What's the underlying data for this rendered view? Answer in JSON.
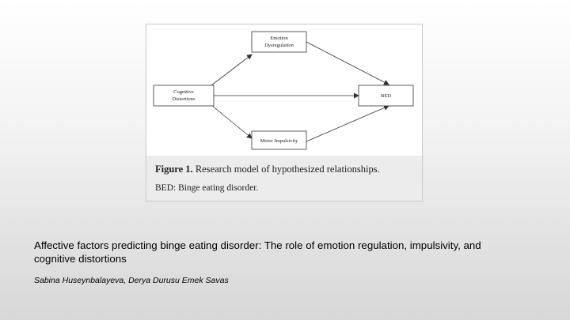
{
  "diagram": {
    "nodes": {
      "emotion": [
        "Emotion",
        "Dysregulation"
      ],
      "cognitive": [
        "Cognitive",
        "Distortions"
      ],
      "motor": [
        "Motor Impulsivity"
      ],
      "bed": [
        "BED"
      ]
    }
  },
  "figure": {
    "caption_label": "Figure 1.",
    "caption_text": " Research model of hypothesized relationships.",
    "note": "BED: Binge eating disorder."
  },
  "slide": {
    "title": "Affective factors predicting binge eating disorder: The role of emotion regulation, impulsivity, and cognitive distortions",
    "authors": "Sabina Huseynbalayeva, Derya Durusu Emek Savas"
  }
}
